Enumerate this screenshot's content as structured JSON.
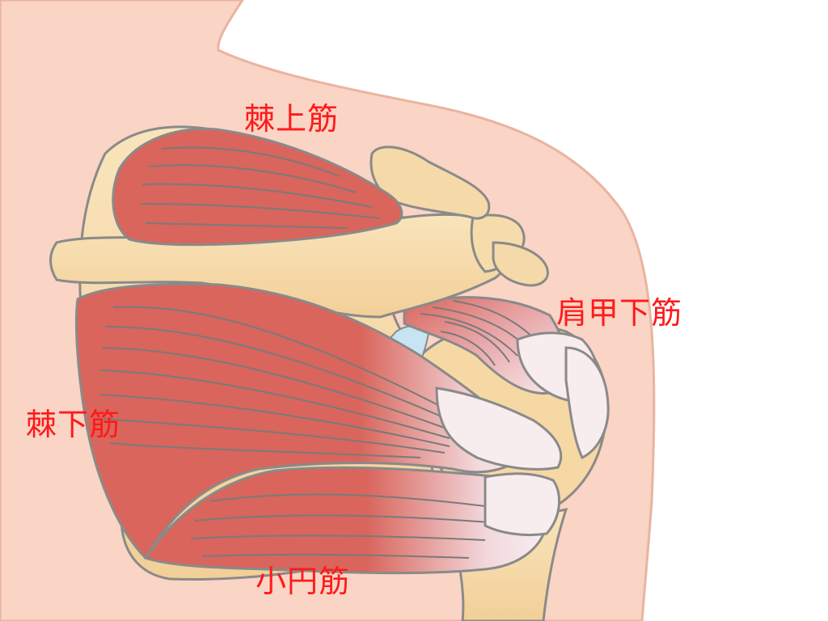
{
  "labels": {
    "supraspinatus": "棘上筋",
    "subscapularis": "肩甲下筋",
    "infraspinatus": "棘下筋",
    "teres_minor": "小円筋"
  },
  "colors": {
    "label_text": "#ff1a1a",
    "skin": "#fad4c4",
    "skin_outline": "#e9b4a0",
    "bone": "#f7dcab",
    "bone_outline": "#8a8a8a",
    "muscle": "#d9655c",
    "muscle_fiber": "#7a7a7a",
    "tendon": "#f7ecee",
    "cartilage": "#c8e4f2"
  },
  "icons": {
    "figure": "shoulder-rotator-cuff-illustration"
  }
}
